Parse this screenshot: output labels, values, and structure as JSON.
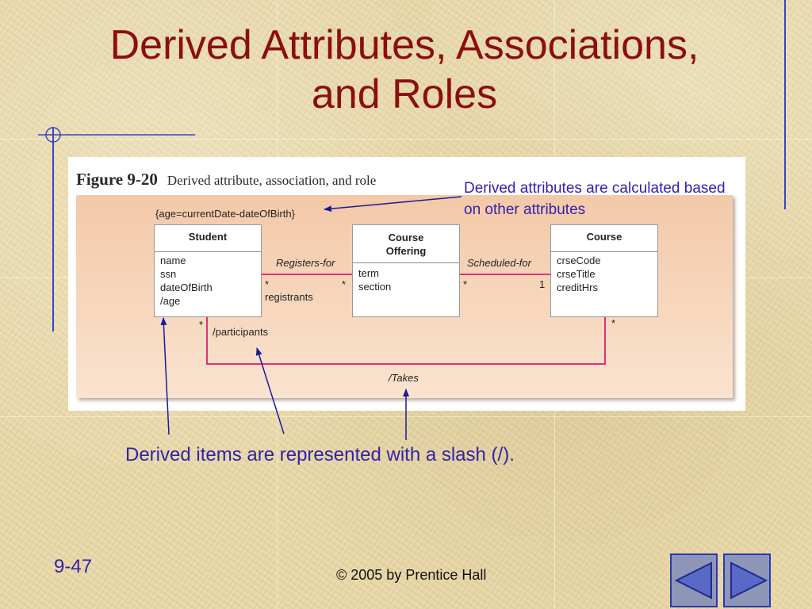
{
  "title": {
    "line1": "Derived Attributes, Associations,",
    "line2": "and Roles"
  },
  "figure": {
    "number": "Figure 9-20",
    "caption": "Derived attribute, association, and role",
    "constraint": "{age=currentDate-dateOfBirth}",
    "classes": {
      "student": {
        "name": "Student",
        "attributes": [
          "name",
          "ssn",
          "dateOfBirth",
          "/age"
        ]
      },
      "offering": {
        "name_line1": "Course",
        "name_line2": "Offering",
        "attributes": [
          "term",
          "section"
        ]
      },
      "course": {
        "name": "Course",
        "attributes": [
          "crseCode",
          "crseTitle",
          "creditHrs"
        ]
      }
    },
    "associations": {
      "registers_for": {
        "label": "Registers-for",
        "left_mult": "*",
        "right_mult": "*",
        "role": "registrants"
      },
      "scheduled_for": {
        "label": "Scheduled-for",
        "left_mult": "*",
        "right_mult": "1"
      },
      "takes": {
        "label": "/Takes",
        "left_mult": "*",
        "right_mult": "*",
        "role": "/participants"
      }
    }
  },
  "notes": {
    "derived_attributes": "Derived attributes are calculated based on other attributes",
    "derived_items": "Derived items are represented with a slash (/)."
  },
  "footer": {
    "page": "9-47",
    "copyright": "© 2005 by Prentice Hall"
  },
  "nav": {
    "prev_icon": "triangle-left-icon",
    "next_icon": "triangle-right-icon"
  },
  "colors": {
    "title": "#8b0e10",
    "note": "#3322aa",
    "association_line": "#e0307a",
    "slide_bg": "#e8d8a8"
  }
}
